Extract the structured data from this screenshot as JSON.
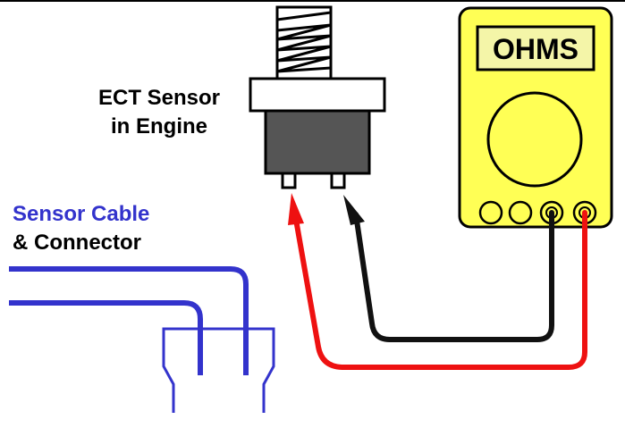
{
  "labels": {
    "sensor_line1": "ECT Sensor",
    "sensor_line2": "in Engine",
    "cable_line1": "Sensor Cable",
    "cable_line2": "& Connector",
    "meter_display": "OHMS"
  },
  "colors": {
    "meter_body": "#ffff55",
    "meter_screen": "#f4f5a8",
    "sensor_body": "#555555",
    "cable": "#3333cc",
    "lead_positive": "#ee1111",
    "lead_negative": "#111111",
    "outline": "#000000",
    "background": "#ffffff"
  },
  "meter": {
    "jack_count": 4
  }
}
